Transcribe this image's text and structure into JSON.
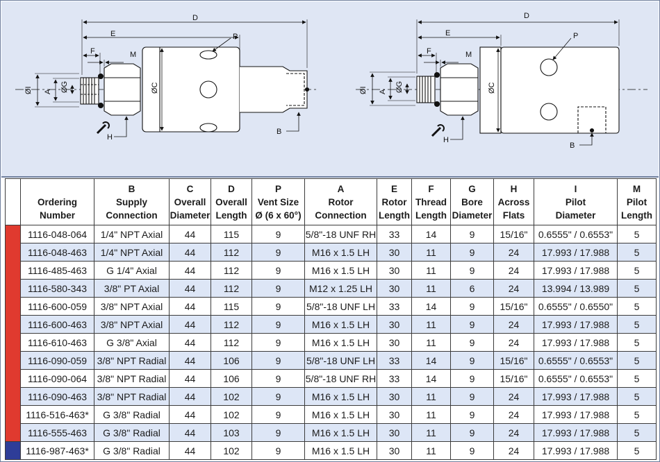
{
  "drawing": {
    "left_view": {
      "D": "D",
      "E": "E",
      "F": "F",
      "M": "M",
      "P": "P",
      "I": "ØI",
      "A": "A",
      "G": "ØG",
      "C": "ØC",
      "H": "H",
      "B": "B"
    },
    "right_view": {
      "D": "D",
      "E": "E",
      "F": "F",
      "M": "M",
      "P": "P",
      "I": "ØI",
      "A": "A",
      "G": "ØG",
      "C": "ØC",
      "H": "H",
      "B": "B"
    }
  },
  "table": {
    "headers": [
      {
        "l1": "",
        "l2": "Ordering",
        "l3": "Number"
      },
      {
        "l1": "B",
        "l2": "Supply",
        "l3": "Connection"
      },
      {
        "l1": "C",
        "l2": "Overall",
        "l3": "Diameter"
      },
      {
        "l1": "D",
        "l2": "Overall",
        "l3": "Length"
      },
      {
        "l1": "P",
        "l2": "Vent Size",
        "l3": "Ø (6 x 60°)"
      },
      {
        "l1": "A",
        "l2": "Rotor",
        "l3": "Connection"
      },
      {
        "l1": "E",
        "l2": "Rotor",
        "l3": "Length"
      },
      {
        "l1": "F",
        "l2": "Thread",
        "l3": "Length"
      },
      {
        "l1": "G",
        "l2": "Bore",
        "l3": "Diameter"
      },
      {
        "l1": "H",
        "l2": "Across",
        "l3": "Flats"
      },
      {
        "l1": "I",
        "l2": "Pilot",
        "l3": "Diameter"
      },
      {
        "l1": "M",
        "l2": "Pilot",
        "l3": "Length"
      }
    ],
    "swatch_colors": {
      "group1": "#e03a2f",
      "group2": "#2e3d98"
    },
    "rows": [
      {
        "group": "group1",
        "cells": [
          "1116-048-064",
          "1/4\" NPT Axial",
          "44",
          "115",
          "9",
          "5/8\"-18 UNF RH",
          "33",
          "14",
          "9",
          "15/16\"",
          "0.6555\" / 0.6553\"",
          "5"
        ]
      },
      {
        "group": "group1",
        "cells": [
          "1116-048-463",
          "1/4\" NPT Axial",
          "44",
          "112",
          "9",
          "M16 x 1.5 LH",
          "30",
          "11",
          "9",
          "24",
          "17.993 / 17.988",
          "5"
        ]
      },
      {
        "group": "group1",
        "cells": [
          "1116-485-463",
          "G 1/4\" Axial",
          "44",
          "112",
          "9",
          "M16 x 1.5 LH",
          "30",
          "11",
          "9",
          "24",
          "17.993 / 17.988",
          "5"
        ]
      },
      {
        "group": "group1",
        "cells": [
          "1116-580-343",
          "3/8\" PT Axial",
          "44",
          "112",
          "9",
          "M12 x 1.25 LH",
          "30",
          "11",
          "6",
          "24",
          "13.994 / 13.989",
          "5"
        ]
      },
      {
        "group": "group1",
        "cells": [
          "1116-600-059",
          "3/8\" NPT Axial",
          "44",
          "115",
          "9",
          "5/8\"-18 UNF LH",
          "33",
          "14",
          "9",
          "15/16\"",
          "0.6555\" / 0.6550\"",
          "5"
        ]
      },
      {
        "group": "group1",
        "cells": [
          "1116-600-463",
          "3/8\" NPT Axial",
          "44",
          "112",
          "9",
          "M16 x 1.5 LH",
          "30",
          "11",
          "9",
          "24",
          "17.993 / 17.988",
          "5"
        ]
      },
      {
        "group": "group1",
        "cells": [
          "1116-610-463",
          "G 3/8\" Axial",
          "44",
          "112",
          "9",
          "M16 x 1.5 LH",
          "30",
          "11",
          "9",
          "24",
          "17.993 / 17.988",
          "5"
        ]
      },
      {
        "group": "group1",
        "cells": [
          "1116-090-059",
          "3/8\" NPT Radial",
          "44",
          "106",
          "9",
          "5/8\"-18 UNF LH",
          "33",
          "14",
          "9",
          "15/16\"",
          "0.6555\" / 0.6553\"",
          "5"
        ]
      },
      {
        "group": "group1",
        "cells": [
          "1116-090-064",
          "3/8\" NPT Radial",
          "44",
          "106",
          "9",
          "5/8\"-18 UNF RH",
          "33",
          "14",
          "9",
          "15/16\"",
          "0.6555\" / 0.6553\"",
          "5"
        ]
      },
      {
        "group": "group1",
        "cells": [
          "1116-090-463",
          "3/8\" NPT Radial",
          "44",
          "102",
          "9",
          "M16 x 1.5 LH",
          "30",
          "11",
          "9",
          "24",
          "17.993 / 17.988",
          "5"
        ]
      },
      {
        "group": "group1",
        "cells": [
          "1116-516-463*",
          "G 3/8\" Radial",
          "44",
          "102",
          "9",
          "M16 x 1.5 LH",
          "30",
          "11",
          "9",
          "24",
          "17.993 / 17.988",
          "5"
        ]
      },
      {
        "group": "group1",
        "cells": [
          "1116-555-463",
          "G 3/8\" Radial",
          "44",
          "103",
          "9",
          "M16 x 1.5 LH",
          "30",
          "11",
          "9",
          "24",
          "17.993 / 17.988",
          "5"
        ]
      },
      {
        "group": "group2",
        "cells": [
          "1116-987-463*",
          "G 3/8\" Radial",
          "44",
          "102",
          "9",
          "M16 x 1.5 LH",
          "30",
          "11",
          "9",
          "24",
          "17.993 / 17.988",
          "5"
        ]
      }
    ]
  }
}
